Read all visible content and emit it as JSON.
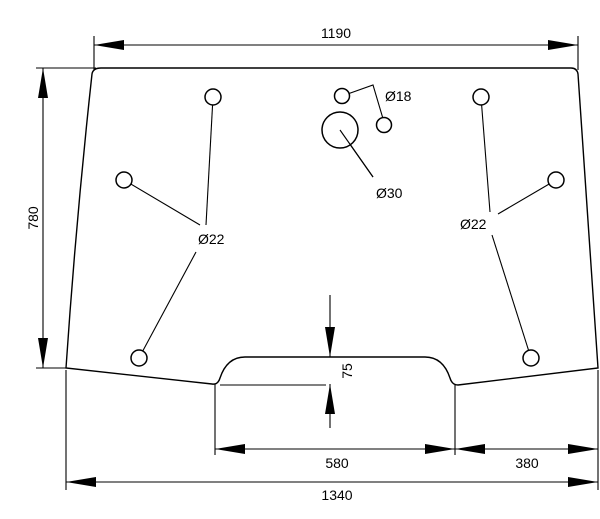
{
  "dimensions": {
    "top_width": "1190",
    "height": "780",
    "notch_depth": "75",
    "notch_width": "580",
    "right_offset": "380",
    "bottom_width": "1340"
  },
  "holes": {
    "left_group": "Ø22",
    "right_group": "Ø22",
    "small_pair": "Ø18",
    "large": "Ø30"
  }
}
